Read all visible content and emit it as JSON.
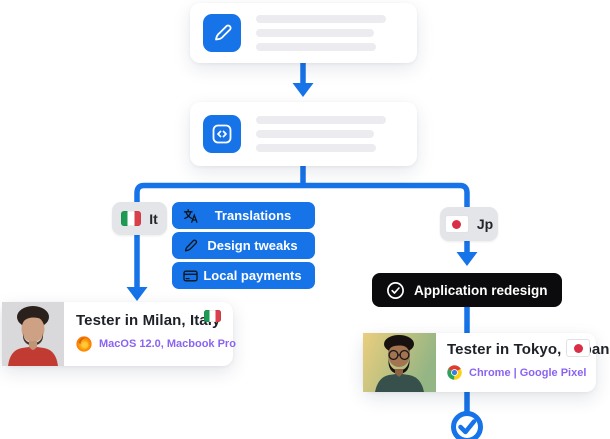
{
  "workflow": {
    "step1": {
      "icon": "paintbrush-icon"
    },
    "step2": {
      "icon": "code-icon"
    }
  },
  "italy_branch": {
    "flag_pill": {
      "label": "It",
      "flag": "italy-flag"
    },
    "tasks": [
      {
        "icon": "translate-icon",
        "label": "Translations"
      },
      {
        "icon": "pen-icon",
        "label": "Design tweaks"
      },
      {
        "icon": "credit-card-icon",
        "label": "Local payments"
      }
    ],
    "tester_card": {
      "title": "Tester in Milan, Italy",
      "environment": "MacOS 12.0, Macbook Pro",
      "browser_icon": "firefox-icon",
      "flag": "italy-flag"
    }
  },
  "japan_branch": {
    "flag_pill": {
      "label": "Jp",
      "flag": "japan-flag"
    },
    "task": {
      "icon": "check-circle-icon",
      "label": "Application redesign"
    },
    "tester_card": {
      "title": "Tester in Tokyo, Japan",
      "environment": "Chrome | Google Pixel",
      "browser_icon": "chrome-icon",
      "flag": "japan-flag"
    }
  },
  "colors": {
    "primary_blue": "#1673e8",
    "pill_gray": "#e3e5e8",
    "black_pill": "#0b0b0d",
    "purple_text": "#8a63f2",
    "italy_green": "#1f9a52",
    "italy_red": "#da404a",
    "japan_red": "#d92e45"
  }
}
